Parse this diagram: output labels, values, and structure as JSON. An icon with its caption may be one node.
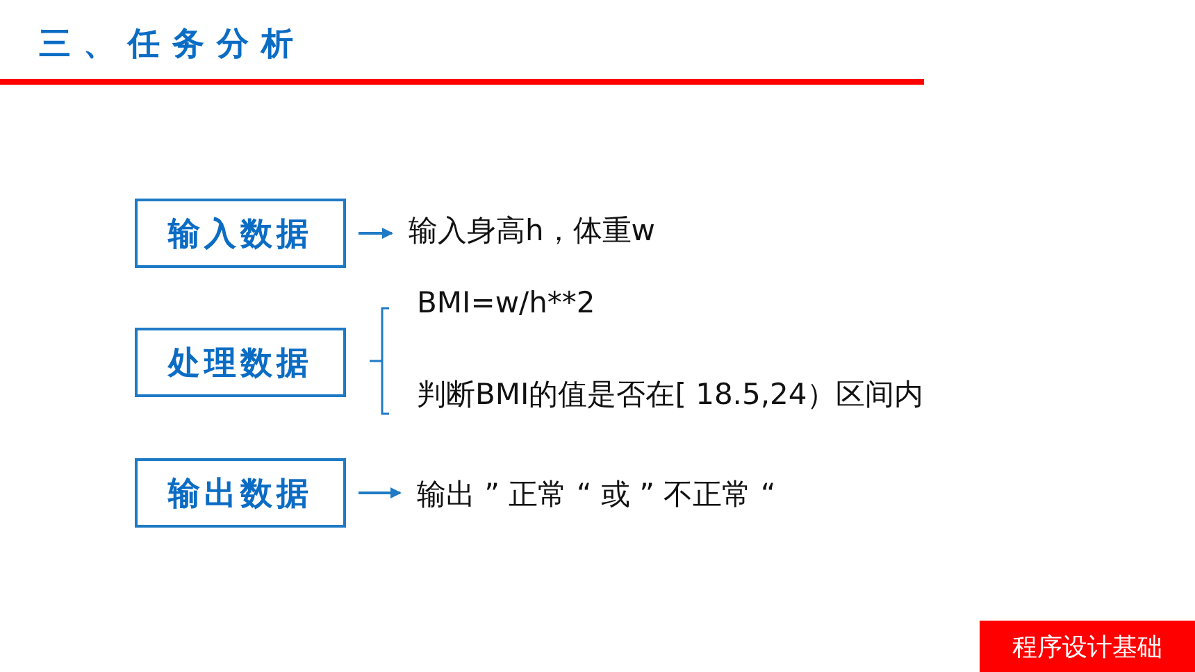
{
  "diagram": {
    "title": "三、任务分析",
    "nodes": [
      {
        "text": [
          "输入数据"
        ]
      },
      {
        "text": [
          "输入身高h，体重w"
        ]
      },
      {
        "text": [
          "处理数据"
        ]
      },
      {
        "text": [
          "输出数据"
        ]
      },
      {
        "text": [
          "输出 ” 正常 “ 或 ” 不正常 “"
        ]
      },
      {
        "text": [
          "程序设计基础"
        ]
      }
    ],
    "edges": [
      {
        "from": 0,
        "to": 1,
        "arrow": "to"
      },
      {
        "from": 3,
        "to": 4,
        "arrow": "to"
      }
    ],
    "labels": [
      "BMI=w/h**2",
      "判断BMI的值是否在[ 18.5,24）区间内"
    ]
  }
}
